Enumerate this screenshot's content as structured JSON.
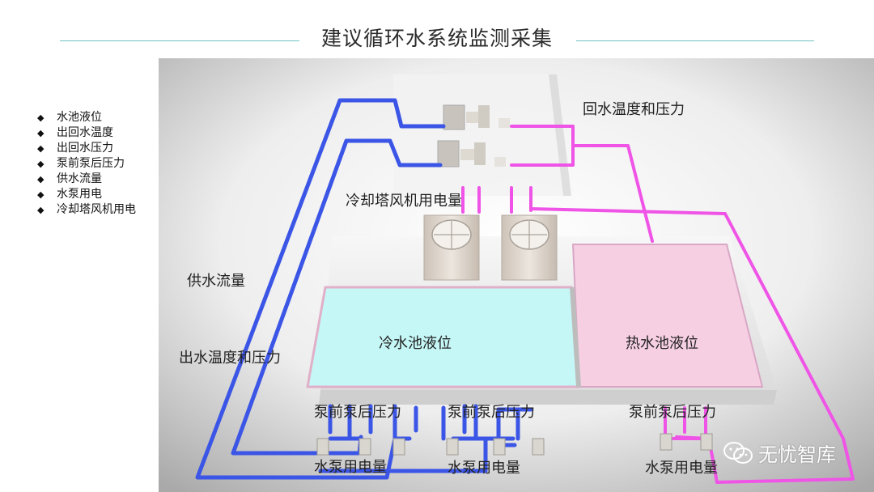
{
  "title": "建议循环水系统监测采集",
  "monitor_items": [
    "水池液位",
    "出回水温度",
    "出回水压力",
    "泵前泵后压力",
    "供水流量",
    "水泵用电",
    "冷却塔风机用电"
  ],
  "labels": {
    "return_temp_pressure": "回水温度和压力",
    "fan_power": "冷却塔风机用电量",
    "supply_flow": "供水流量",
    "outlet_temp_pressure": "出水温度和压力",
    "cold_pool_level": "冷水池液位",
    "hot_pool_level": "热水池液位",
    "pump_pressure": [
      "泵前泵后压力",
      "泵前泵后压力",
      "泵前泵后压力"
    ],
    "pump_power": [
      "水泵用电量",
      "水泵用电量",
      "水泵用电量"
    ]
  },
  "watermark": "无忧智库",
  "colors": {
    "supply_pipe": "#3b55e6",
    "return_pipe": "#ef54e6",
    "cold_pool": "#c6f7f7",
    "hot_pool": "#f6cfe3",
    "title_rule": "#6fc3c0"
  }
}
